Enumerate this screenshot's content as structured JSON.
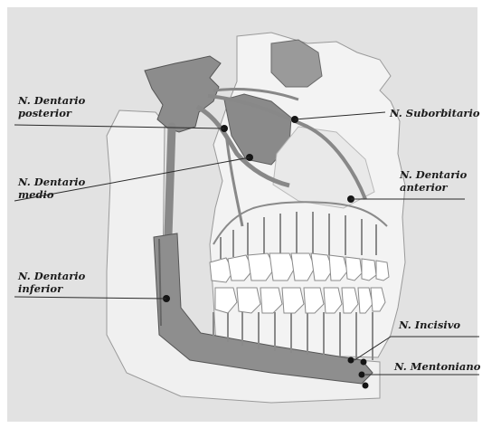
{
  "labels": {
    "dentario_posterior": [
      "N. Dentario",
      "posterior"
    ],
    "suborbitario": "N. Suborbitario",
    "dentario_medio": [
      "N. Dentario",
      "medio"
    ],
    "dentario_anterior": [
      "N. Dentario",
      "anterior"
    ],
    "dentario_inferior": [
      "N. Dentario",
      "inferior"
    ],
    "incisivo": "N. Incisivo",
    "mentoniano": "N. Mentoniano"
  },
  "colors": {
    "background": "#e3e3e3",
    "bone": "#f3f3f3",
    "nerve": "#8c8c8c",
    "nerve_dark": "#5a5a5a",
    "tooth": "#ffffff",
    "text": "#1c1c1c"
  }
}
